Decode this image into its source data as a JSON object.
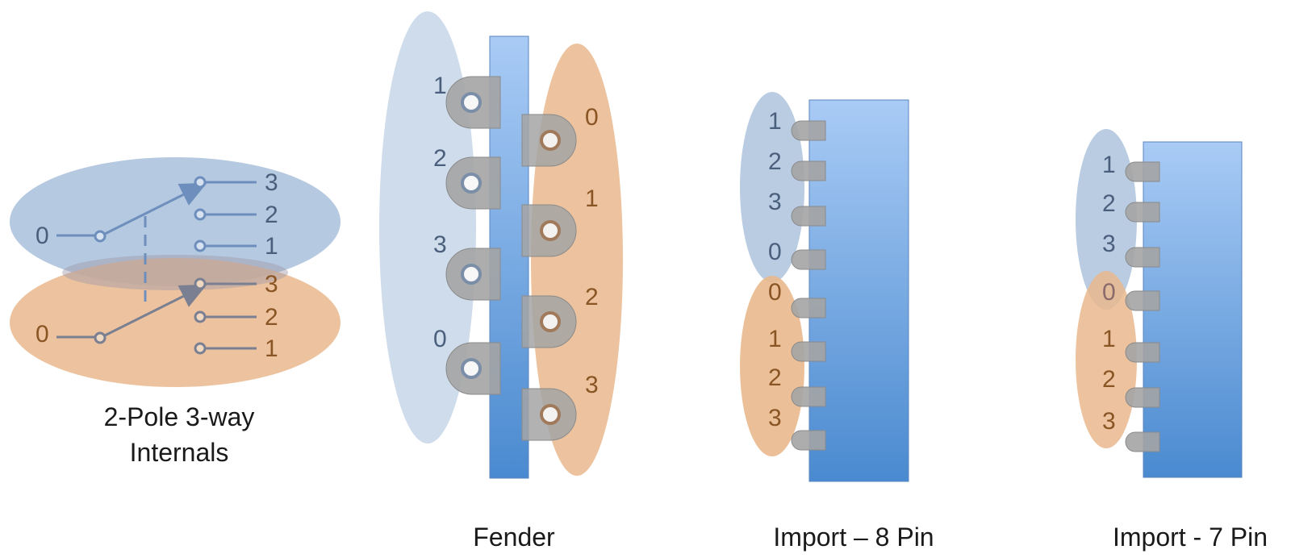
{
  "colors": {
    "blue_pole": "#a8bfdb",
    "orange_pole": "#e9b98d",
    "blue_text": "#4a5f7c",
    "orange_text": "#8a5524",
    "wire_blue": "#6e8fbd",
    "wire_orange": "#7a6f8a",
    "body_top": "#a9cbf5",
    "body_bottom": "#4a8ad0",
    "lug": "#a4a4a4"
  },
  "internals": {
    "caption_line1": "2-Pole 3-way",
    "caption_line2": "Internals",
    "top_pole": {
      "common": "0",
      "throws": [
        "3",
        "2",
        "1"
      ]
    },
    "bottom_pole": {
      "common": "0",
      "throws": [
        "3",
        "2",
        "1"
      ]
    }
  },
  "fender": {
    "caption": "Fender",
    "left_labels": [
      "1",
      "2",
      "3",
      "0"
    ],
    "right_labels": [
      "0",
      "1",
      "2",
      "3"
    ]
  },
  "import8": {
    "caption": "Import – 8 Pin",
    "blue_labels": [
      "1",
      "2",
      "3",
      "0"
    ],
    "orange_labels": [
      "0",
      "1",
      "2",
      "3"
    ]
  },
  "import7": {
    "caption": "Import - 7 Pin",
    "blue_labels": [
      "1",
      "2",
      "3",
      "0"
    ],
    "orange_labels": [
      "1",
      "2",
      "3"
    ]
  }
}
